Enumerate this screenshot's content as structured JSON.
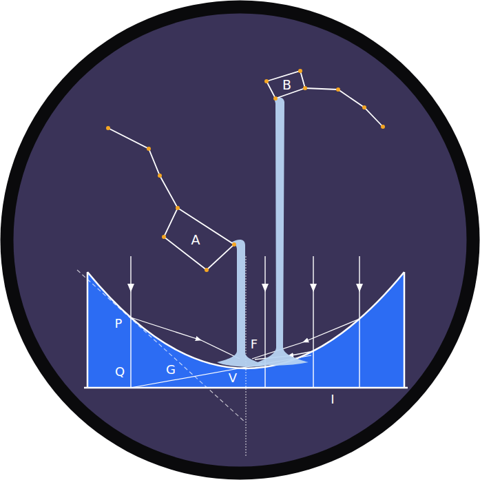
{
  "diagram": {
    "nodes": [
      {
        "text": [
          "A"
        ]
      },
      {
        "text": [
          "B"
        ]
      }
    ],
    "labels": [
      "P",
      "Q",
      "G",
      "V",
      "F",
      "I"
    ]
  }
}
